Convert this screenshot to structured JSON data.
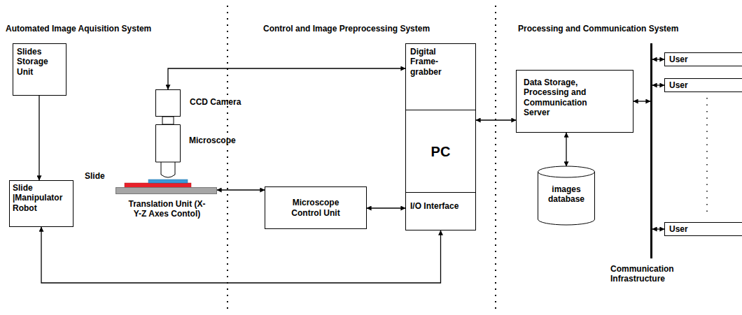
{
  "diagram": {
    "nodes": [
      {
        "text": [
          "Slides Storage Unit"
        ]
      },
      {
        "text": [
          "Slide |Manipulator Robot"
        ]
      },
      {
        "text": [
          "CCD Camera"
        ]
      },
      {
        "text": [
          "Microscope"
        ]
      },
      {
        "text": [
          "Translation Unit (X-Y-Z Axes Contol)"
        ]
      },
      {
        "text": [
          "Microscope Control Unit"
        ]
      },
      {
        "text": [
          "Digital Frame-grabber"
        ]
      },
      {
        "text": [
          "PC"
        ]
      },
      {
        "text": [
          "I/O Interface"
        ]
      },
      {
        "text": [
          "Data Storage, Processing and Communication Server"
        ]
      },
      {
        "text": [
          "images database"
        ]
      },
      {
        "text": [
          "Communication Infrastructure"
        ]
      },
      {
        "text": [
          "User"
        ]
      },
      {
        "text": [
          "User"
        ]
      },
      {
        "text": [
          "User"
        ]
      }
    ],
    "edges": [
      {
        "from": 0,
        "to": 1,
        "arrow": "to"
      },
      {
        "from": 2,
        "to": 6,
        "arrow": "both"
      },
      {
        "from": 4,
        "to": 5,
        "arrow": "both"
      },
      {
        "from": 5,
        "to": 8,
        "arrow": "both"
      },
      {
        "from": 1,
        "to": 8,
        "arrow": "both"
      },
      {
        "from": 7,
        "to": 9,
        "arrow": "both"
      },
      {
        "from": 9,
        "to": 11,
        "arrow": "both"
      },
      {
        "from": 9,
        "to": 10,
        "arrow": "both"
      },
      {
        "from": 11,
        "to": 12,
        "arrow": "both"
      },
      {
        "from": 11,
        "to": 13,
        "arrow": "both"
      },
      {
        "from": 11,
        "to": 14,
        "arrow": "both"
      }
    ],
    "labels": [
      "Automated Image Aquisition System",
      "Control and Image Preprocessing System",
      "Processing and Communication System",
      "Slide"
    ]
  }
}
